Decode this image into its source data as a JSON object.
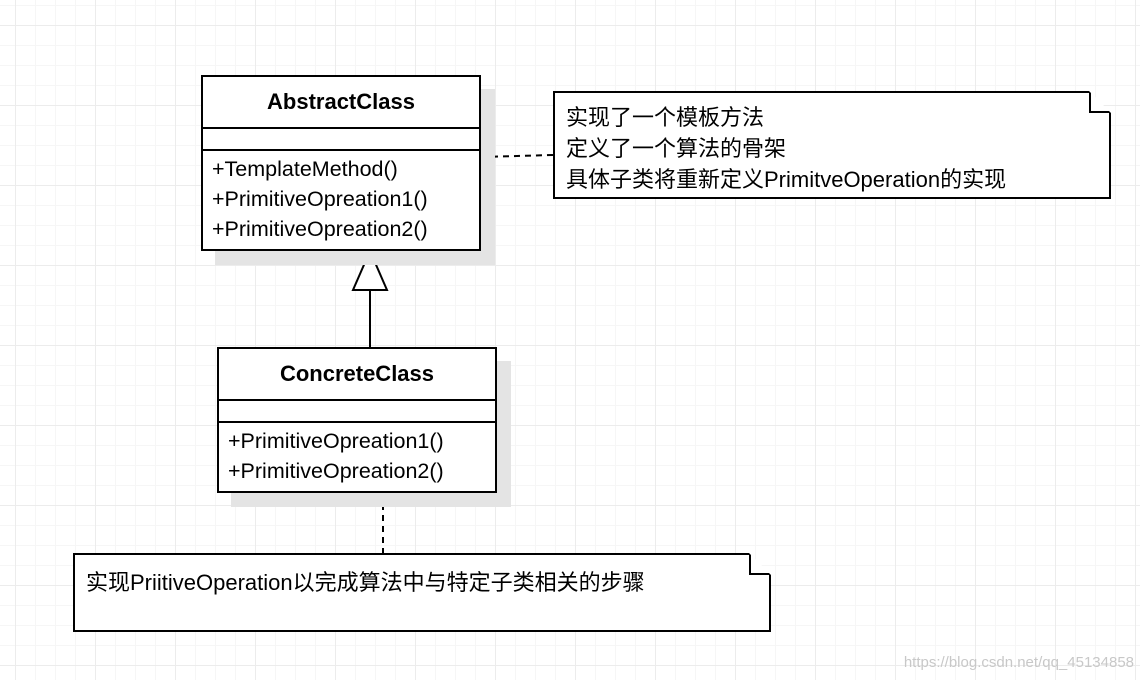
{
  "classes": {
    "abstract": {
      "name": "AbstractClass",
      "operations": [
        "+TemplateMethod()",
        "+PrimitiveOpreation1()",
        "+PrimitiveOpreation2()"
      ]
    },
    "concrete": {
      "name": "ConcreteClass",
      "operations": [
        "+PrimitiveOpreation1()",
        "+PrimitiveOpreation2()"
      ]
    }
  },
  "notes": {
    "template_note": {
      "lines": [
        "实现了一个模板方法",
        "定义了一个算法的骨架",
        "具体子类将重新定义PrimitveOperation的实现"
      ]
    },
    "concrete_note": {
      "lines": [
        "实现PriitiveOperation以完成算法中与特定子类相关的步骤"
      ]
    }
  },
  "relations": [
    {
      "type": "generalization",
      "from": "ConcreteClass",
      "to": "AbstractClass"
    },
    {
      "type": "note-anchor",
      "from": "AbstractClass",
      "to": "template_note"
    },
    {
      "type": "note-anchor",
      "from": "ConcreteClass",
      "to": "concrete_note"
    }
  ],
  "watermark": "https://blog.csdn.net/qq_45134858",
  "colors": {
    "stroke": "#000000",
    "shadow": "#e4e4e4",
    "watermark": "#c8c8c8"
  }
}
